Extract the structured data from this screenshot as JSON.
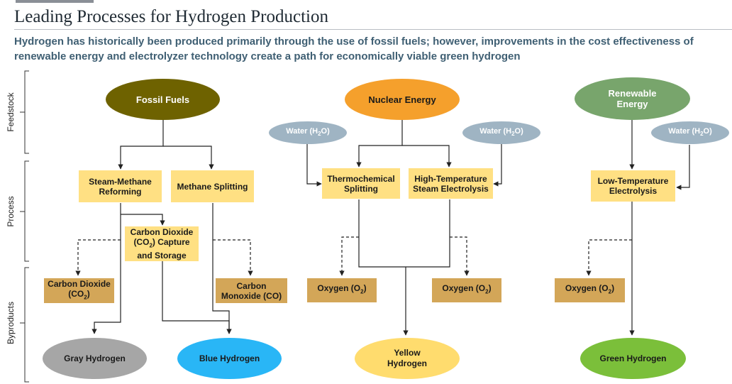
{
  "title": "Leading Processes for Hydrogen Production",
  "subtitle": "Hydrogen has historically been produced primarily through the use of fossil fuels; however, improvements in the cost effectiveness of renewable energy and electrolyzer technology create a path for economically viable green hydrogen",
  "row_labels": {
    "feedstock": "Feedstock",
    "process": "Process",
    "byproducts": "Byproducts"
  },
  "feedstocks": {
    "fossil": "Fossil Fuels",
    "nuclear": "Nuclear Energy",
    "renewable_line1": "Renewable",
    "renewable_line2": "Energy"
  },
  "water": {
    "prefix": "Water (H",
    "sub": "2",
    "suffix": "O)"
  },
  "processes": {
    "smr_line1": "Steam-Methane",
    "smr_line2": "Reforming",
    "methane_splitting": "Methane Splitting",
    "ccs_line1": "Carbon Dioxide",
    "ccs_line2_prefix": "(CO",
    "ccs_line2_sub": "2",
    "ccs_line2_suffix": ") Capture",
    "ccs_line3": "and Storage",
    "thermo_line1": "Thermochemical",
    "thermo_line2": "Splitting",
    "htse_line1": "High-Temperature",
    "htse_line2": "Steam Electrolysis",
    "ltse_line1": "Low-Temperature",
    "ltse_line2": "Electrolysis"
  },
  "byproducts": {
    "co2_line1": "Carbon Dioxide",
    "co2_prefix": "(CO",
    "co2_sub": "2",
    "co2_suffix": ")",
    "co_line1": "Carbon",
    "co_line2": "Monoxide (CO)",
    "oxygen_prefix": "Oxygen (O",
    "oxygen_sub": "2",
    "oxygen_suffix": ")"
  },
  "hydrogen": {
    "gray": "Gray Hydrogen",
    "blue": "Blue Hydrogen",
    "yellow_line1": "Yellow",
    "yellow_line2": "Hydrogen",
    "green": "Green Hydrogen"
  },
  "colors": {
    "fossil": "#6e6200",
    "nuclear": "#f5a02c",
    "renewable": "#78a56c",
    "water": "#9fb4c3",
    "process_box": "#ffe083",
    "byproduct_box": "#d3a658",
    "gray_h2": "#a6a6a6",
    "blue_h2": "#29b6f6",
    "yellow_h2": "#ffdc6e",
    "green_h2": "#7bbf3a"
  }
}
